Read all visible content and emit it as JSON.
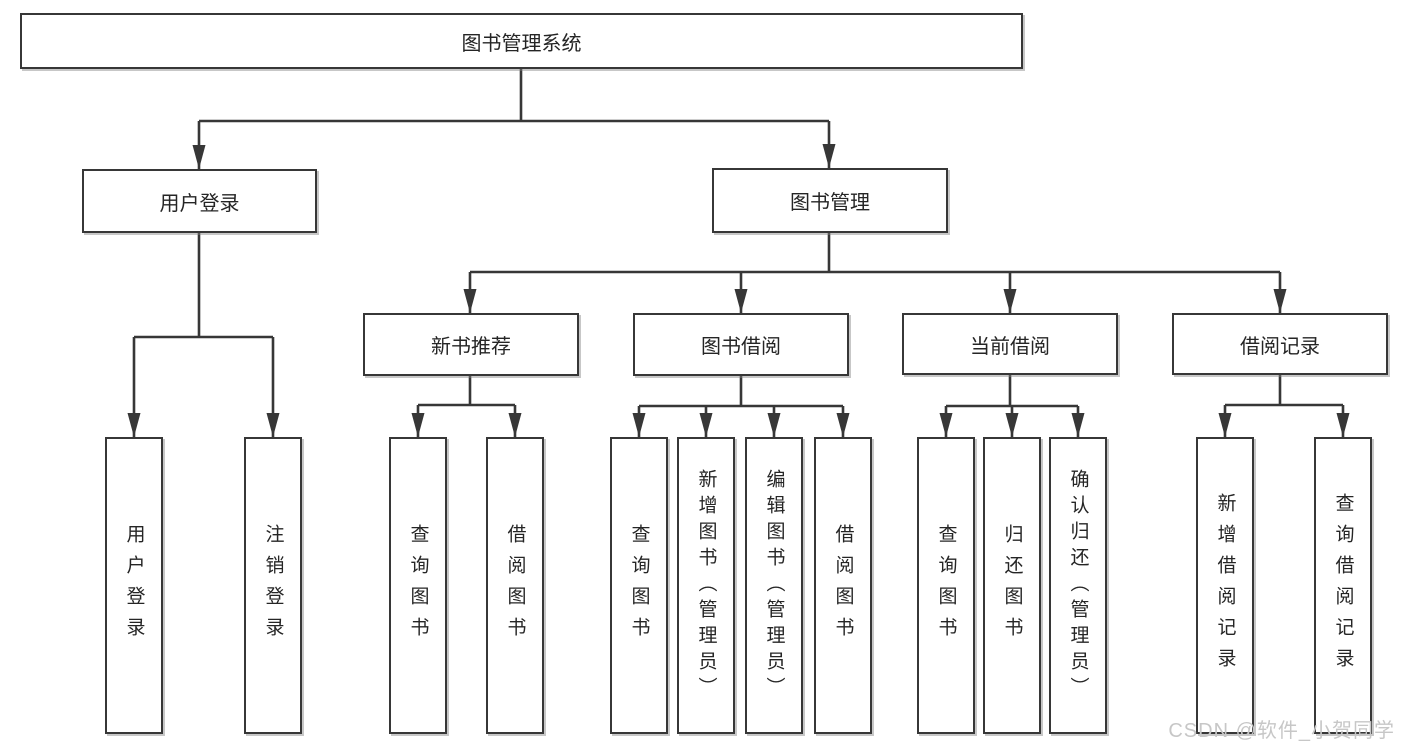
{
  "diagram": {
    "root": {
      "label": "图书管理系统"
    },
    "level2": [
      {
        "id": "user-login",
        "label": "用户登录"
      },
      {
        "id": "book-management",
        "label": "图书管理"
      }
    ],
    "level3": [
      {
        "id": "new-book-recommend",
        "label": "新书推荐",
        "parent": "book-management"
      },
      {
        "id": "book-borrowing",
        "label": "图书借阅",
        "parent": "book-management"
      },
      {
        "id": "current-borrowing",
        "label": "当前借阅",
        "parent": "book-management"
      },
      {
        "id": "borrowing-records",
        "label": "借阅记录",
        "parent": "book-management"
      }
    ],
    "leaves": {
      "user_login": [
        {
          "label": "用户登录"
        },
        {
          "label": "注销登录"
        }
      ],
      "new_book_recommend": [
        {
          "label": "查询图书"
        },
        {
          "label": "借阅图书"
        }
      ],
      "book_borrowing": [
        {
          "label": "查询图书"
        },
        {
          "label": "新增图书（管理员）"
        },
        {
          "label": "编辑图书（管理员）"
        },
        {
          "label": "借阅图书"
        }
      ],
      "current_borrowing": [
        {
          "label": "查询图书"
        },
        {
          "label": "归还图书"
        },
        {
          "label": "确认归还（管理员）"
        }
      ],
      "borrowing_records": [
        {
          "label": "新增借阅记录"
        },
        {
          "label": "查询借阅记录"
        }
      ]
    }
  },
  "watermark": {
    "text": "CSDN @软件_小贺同学"
  },
  "colors": {
    "line": "#373737",
    "box_border": "#373737",
    "text": "#252525",
    "background": "#ffffff",
    "watermark": "#c7c7c7"
  }
}
